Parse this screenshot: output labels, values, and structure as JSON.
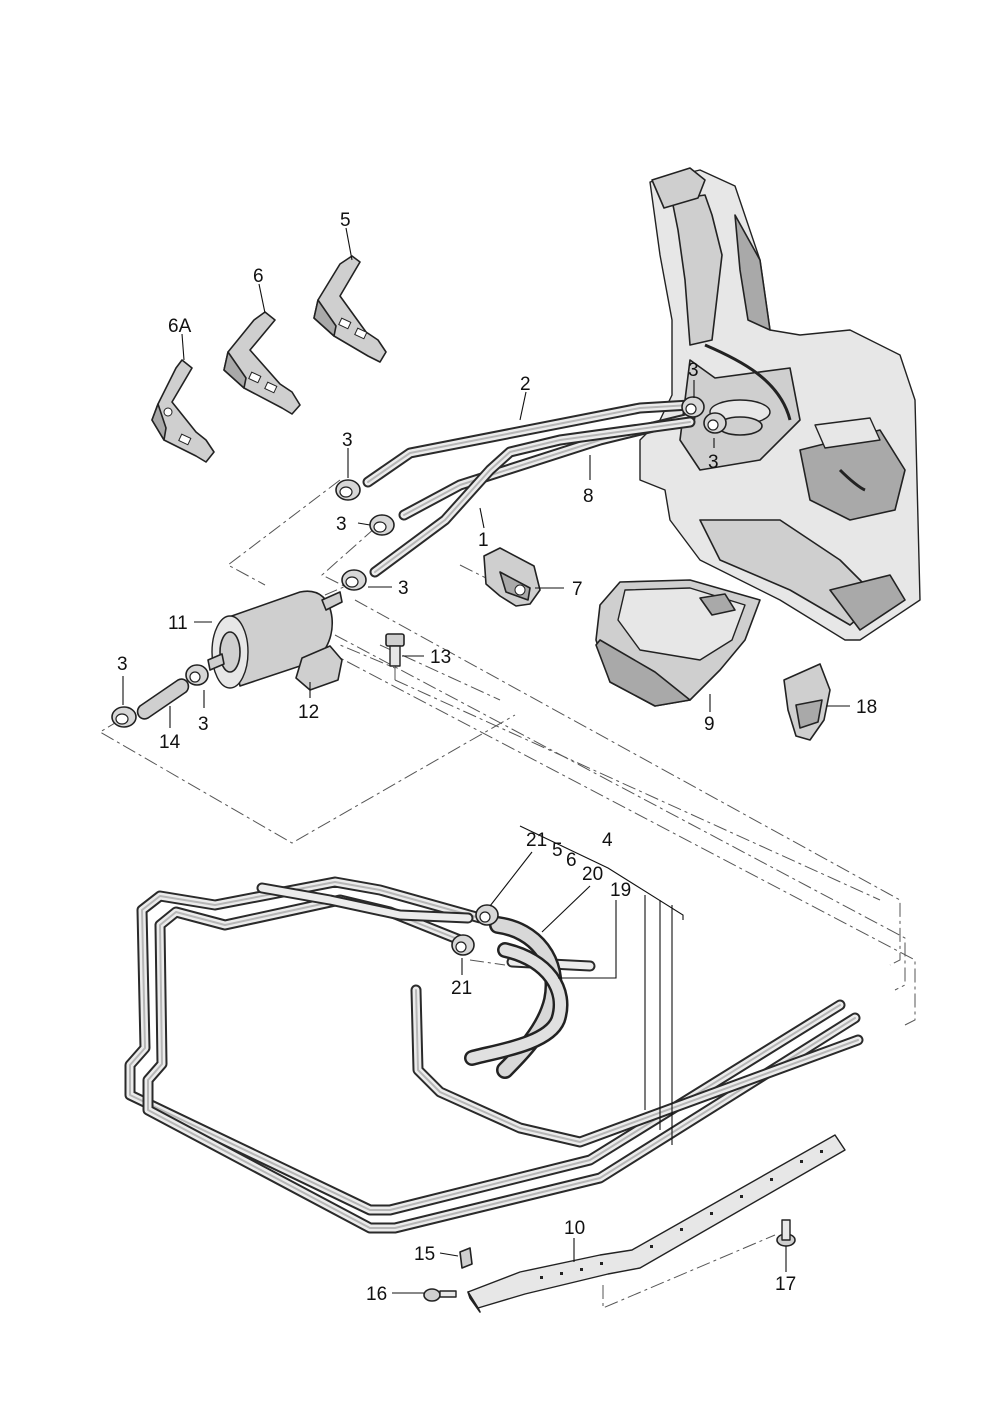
{
  "callouts": {
    "c5_top": "5",
    "c6_top": "6",
    "c6A": "6A",
    "c2": "2",
    "c3_tank_upper": "3",
    "c3_tank_lower": "3",
    "c8": "8",
    "c3_pipe_a": "3",
    "c3_pipe_b": "3",
    "c1": "1",
    "c3_pipe_c": "3",
    "c7": "7",
    "c11": "11",
    "c13": "13",
    "c3_left_top": "3",
    "c3_left_right": "3",
    "c12": "12",
    "c14": "14",
    "c9": "9",
    "c18": "18",
    "c21_top": "21",
    "c5_mid": "5",
    "c6_mid": "6",
    "c4": "4",
    "c20": "20",
    "c19": "19",
    "c21_bottom": "21",
    "c10": "10",
    "c15": "15",
    "c16": "16",
    "c17": "17"
  }
}
